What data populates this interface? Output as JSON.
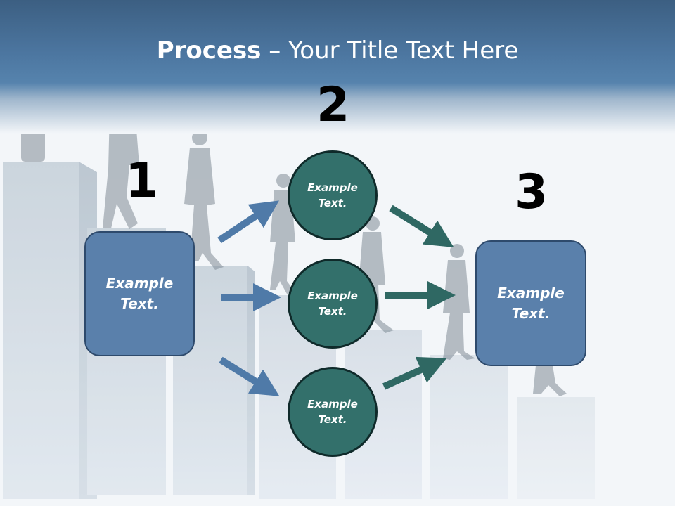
{
  "title": {
    "bold": "Process",
    "rest": " – Your Title Text Here"
  },
  "steps": [
    {
      "number": "1",
      "text": "Example Text."
    },
    {
      "number": "2",
      "items": [
        "Example Text.",
        "Example Text.",
        "Example Text."
      ]
    },
    {
      "number": "3",
      "text": "Example Text."
    }
  ],
  "colors": {
    "header": "#4c76a0",
    "box_fill": "#5a80ab",
    "circle_fill": "#33706b",
    "arrow_blue": "#4f7aa8",
    "arrow_teal": "#2f6863"
  }
}
